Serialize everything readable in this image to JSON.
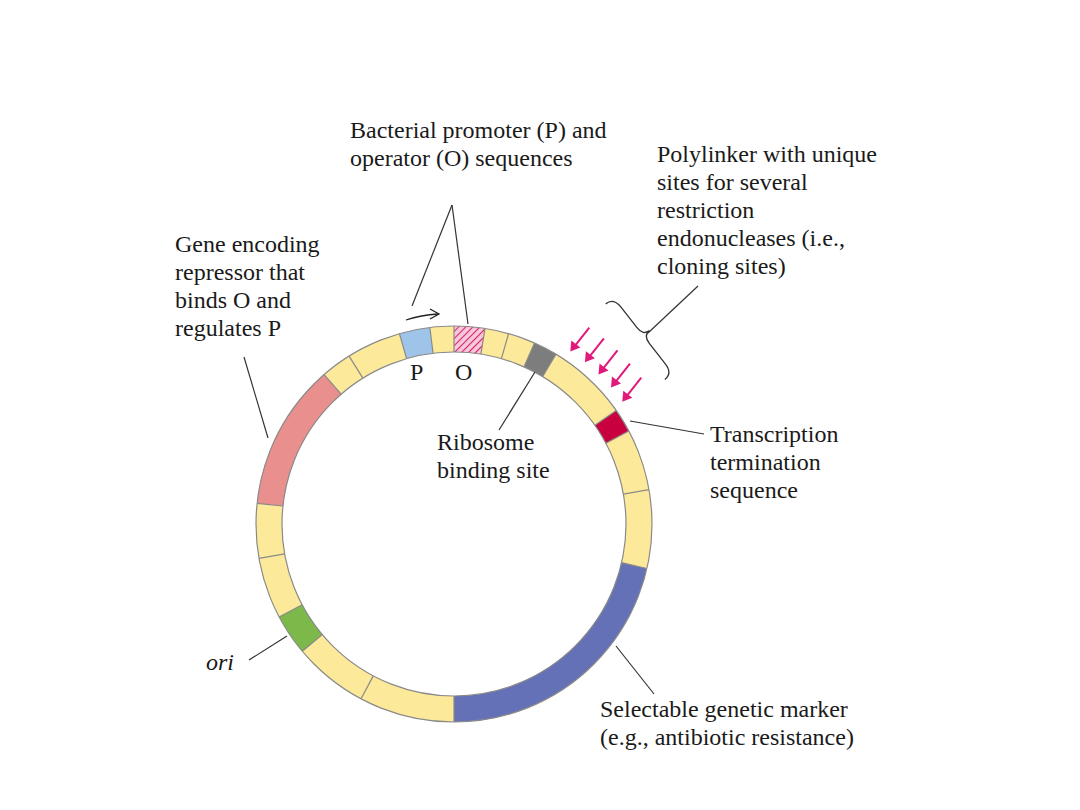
{
  "diagram": {
    "labels": [
      "Bacterial promoter (P) and operator (O) sequences",
      "Polylinker with unique sites for several restriction endonucleases (i.e., cloning sites)",
      "Gene encoding repressor that binds O and regulates P",
      "P",
      "O",
      "Ribosome binding site",
      "Transcription termination sequence",
      "ori",
      "Selectable genetic marker (e.g., antibiotic resistance)"
    ]
  }
}
